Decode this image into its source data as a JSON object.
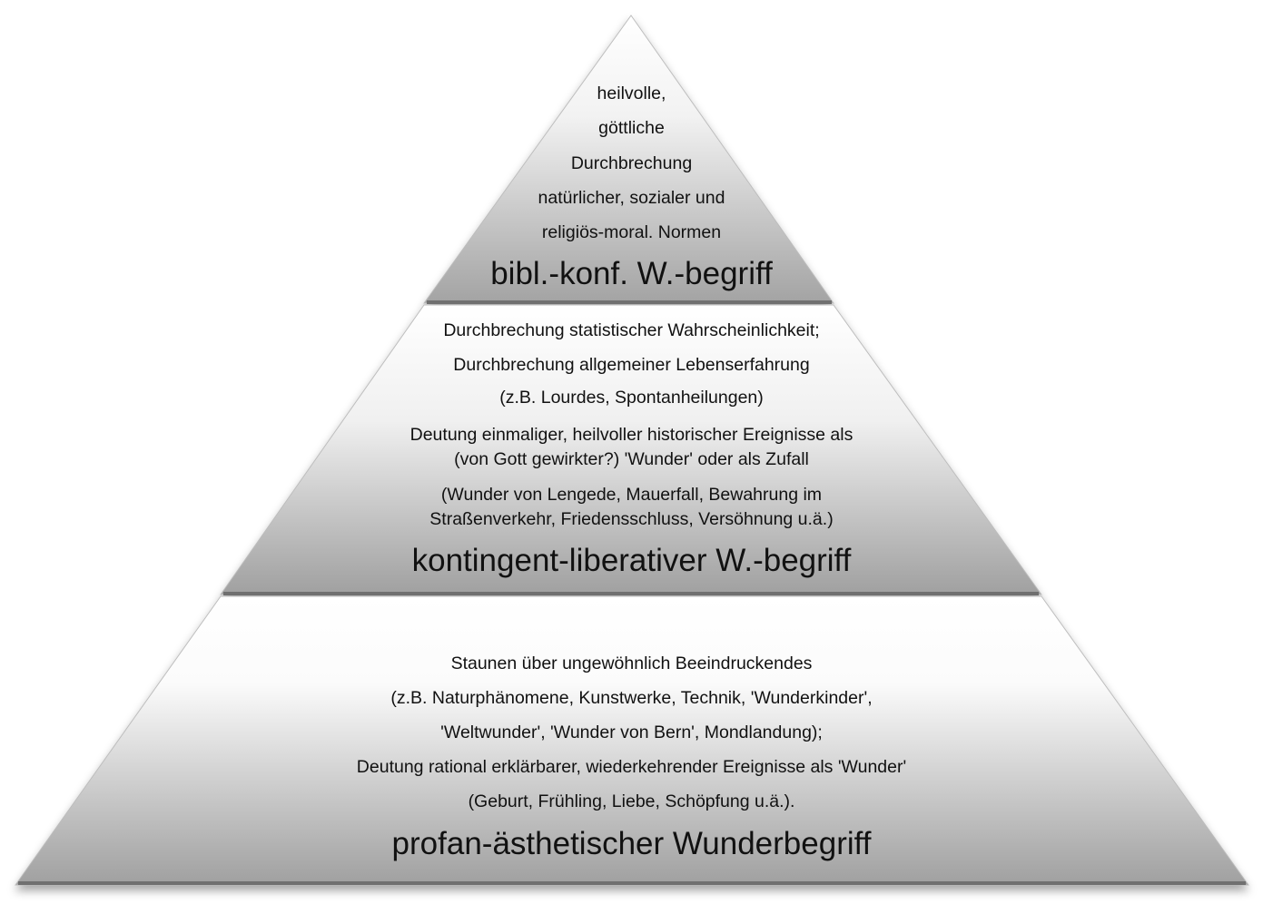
{
  "levels": [
    {
      "title": "bibl.-konf. W.-begriff",
      "lines": [
        "heilvolle,",
        "göttliche",
        "Durchbrechung",
        "natürlicher, sozialer und",
        "religiös-moral. Normen"
      ]
    },
    {
      "title": "kontingent-liberativer W.-begriff",
      "lines": [
        "Durchbrechung statistischer Wahrscheinlichkeit;",
        "Durchbrechung allgemeiner Lebenserfahrung",
        "(z.B. Lourdes, Spontanheilungen)",
        "Deutung einmaliger, heilvoller historischer Ereignisse als",
        "(von Gott gewirkter?) 'Wunder' oder als Zufall",
        "(Wunder von Lengede, Mauerfall, Bewahrung im",
        "Straßenverkehr, Friedensschluss, Versöhnung u.ä.)"
      ]
    },
    {
      "title": "profan-ästhetischer Wunderbegriff",
      "lines": [
        "Staunen über ungewöhnlich Beeindruckendes",
        "(z.B. Naturphänomene, Kunstwerke, Technik, 'Wunderkinder',",
        "'Weltwunder', 'Wunder von Bern', Mondlandung);",
        "Deutung rational erklärbarer, wiederkehrender Ereignisse als 'Wunder'",
        "(Geburt, Frühling, Liebe, Schöpfung u.ä.)."
      ]
    }
  ],
  "colors": {
    "light": "#ffffff",
    "dark": "#9a9a9a",
    "edge": "#6e6e6e"
  }
}
